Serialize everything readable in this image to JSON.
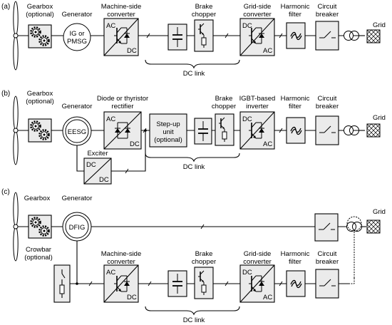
{
  "panels": [
    {
      "tag": "(a)",
      "labels": {
        "gearbox_1": "Gearbox",
        "gearbox_2": "(optional)",
        "generator": "Generator",
        "gen_name_1": "IG or",
        "gen_name_2": "PMSG",
        "msc_1": "Machine-side",
        "msc_2": "converter",
        "ac": "AC",
        "dc": "DC",
        "brake_1": "Brake",
        "brake_2": "chopper",
        "gsc_1": "Grid-side",
        "gsc_2": "converter",
        "filter_1": "Harmonic",
        "filter_2": "filter",
        "breaker_1": "Circuit",
        "breaker_2": "breaker",
        "grid": "Grid",
        "dclink": "DC link"
      }
    },
    {
      "tag": "(b)",
      "labels": {
        "gearbox_1": "Gearbox",
        "gearbox_2": "(optional)",
        "generator": "Generator",
        "gen_name": "EESG",
        "rect_1": "Diode or thyristor",
        "rect_2": "rectifier",
        "ac": "AC",
        "dc": "DC",
        "stepup_1": "Step-up",
        "stepup_2": "unit",
        "stepup_3": "(optional)",
        "brake_1": "Brake",
        "brake_2": "chopper",
        "inv_1": "IGBT-based",
        "inv_2": "inverter",
        "filter_1": "Harmonic",
        "filter_2": "filter",
        "breaker_1": "Circuit",
        "breaker_2": "breaker",
        "grid": "Grid",
        "exciter": "Exciter",
        "dclink": "DC link"
      }
    },
    {
      "tag": "(c)",
      "labels": {
        "gearbox": "Gearbox",
        "generator": "Generator",
        "gen_name": "DFIG",
        "grid": "Grid",
        "crowbar_1": "Crowbar",
        "crowbar_2": "(optional)",
        "msc_1": "Machine-side",
        "msc_2": "converter",
        "ac": "AC",
        "dc": "DC",
        "brake_1": "Brake",
        "brake_2": "chopper",
        "gsc_1": "Grid-side",
        "gsc_2": "converter",
        "filter_1": "Harmonic",
        "filter_2": "filter",
        "breaker_1": "Circuit",
        "breaker_2": "breaker",
        "dclink": "DC link"
      }
    }
  ],
  "icons": {
    "turbine": "wind-turbine-icon",
    "gearbox": "gearbox-gears-icon",
    "converter": "igbt-diode-icon",
    "capacitor": "capacitor-icon",
    "filter": "sine-wave-icon",
    "breaker": "switch-icon",
    "transformer": "transformer-icon",
    "grid": "grid-hatched-icon"
  },
  "colors": {
    "block_fill": "#ebebeb",
    "line": "#000000"
  }
}
